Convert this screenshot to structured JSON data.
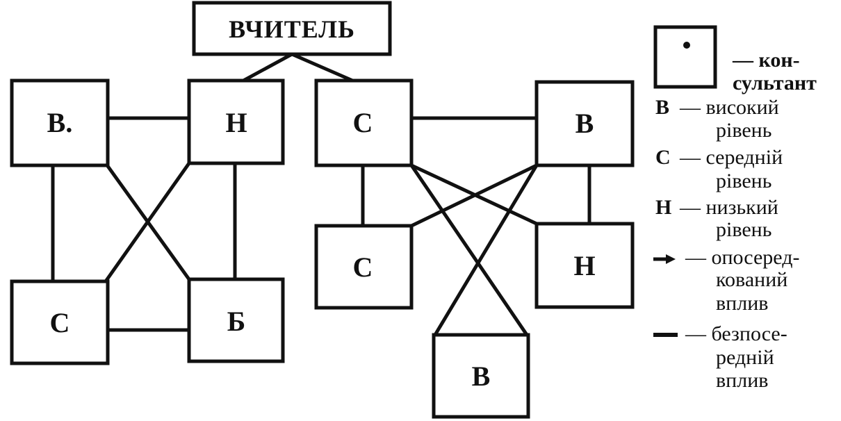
{
  "diagram": {
    "title": "ВЧИТЕЛЬ",
    "nodes": {
      "g1_tl": "В.",
      "g1_tr": "Н",
      "g1_bl": "С",
      "g1_br": "Б",
      "g2_tl": "С",
      "g2_tr": "В",
      "g2_ml": "С",
      "g2_mr": "Н",
      "g2_bottom": "В"
    }
  },
  "legend": {
    "consultant_line1": "— кон-",
    "consultant_line2": "сультант",
    "high_key": "В",
    "high_line1": "— високий",
    "high_line2": "рівень",
    "mid_key": "С",
    "mid_line1": "— середній",
    "mid_line2": "рівень",
    "low_key": "Н",
    "low_line1": "— низький",
    "low_line2": "рівень",
    "indirect_line1": "— опосеред-",
    "indirect_line2": "кований",
    "indirect_line3": "вплив",
    "direct_line1": "— безпосе-",
    "direct_line2": "редній",
    "direct_line3": "вплив"
  }
}
